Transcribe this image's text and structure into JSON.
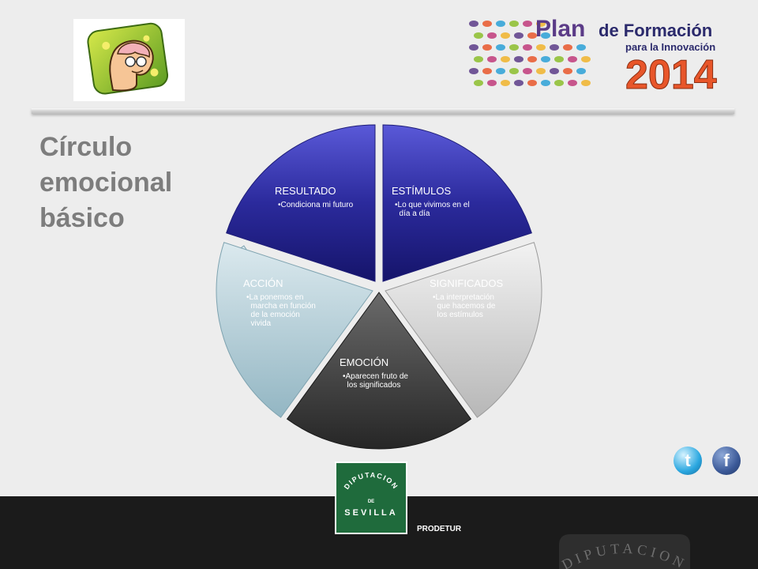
{
  "title": "Círculo\nemocional\nbásico",
  "header": {
    "plan_logo": {
      "line1_word1": "Plan",
      "line1_word2": "de Formación",
      "line2": "para la Innovación",
      "year": "2014"
    }
  },
  "cycle": {
    "segments": [
      {
        "title": "ESTÍMULOS",
        "bullets": [
          "Lo que vivimos en el",
          "día a día"
        ],
        "color": "#2b2a9c"
      },
      {
        "title": "SIGNIFICADOS",
        "bullets": [
          "La interpretación",
          "que hacemos de",
          "los estímulos"
        ],
        "color": "#c9c9c9"
      },
      {
        "title": "EMOCIÓN",
        "bullets": [
          "Aparecen fruto de",
          "los significados"
        ],
        "color": "#3a3a3a"
      },
      {
        "title": "ACCIÓN",
        "bullets": [
          "La ponemos en",
          "marcha en función",
          "de la emoción",
          "vivida"
        ],
        "color": "#a9c7d2"
      },
      {
        "title": "RESULTADO",
        "bullets": [
          "Condiciona mi futuro"
        ],
        "color": "#2b2a9c"
      }
    ]
  },
  "footer": {
    "diputacion_logo": {
      "line1": "DIPUTACION",
      "line2": "DE",
      "line3": "SEVILLA"
    },
    "prodetur": "PRODETUR",
    "watermark": "DIPUTACION"
  },
  "social": {
    "twitter_glyph": "t",
    "facebook_glyph": "f"
  },
  "colors": {
    "blue": "#2b2a9c",
    "gray_light": "#c9c9c9",
    "gray_dark": "#3a3a3a",
    "light_blue": "#a9c7d2",
    "title": "#7d7d7d",
    "footer": "#1b1b1b"
  }
}
